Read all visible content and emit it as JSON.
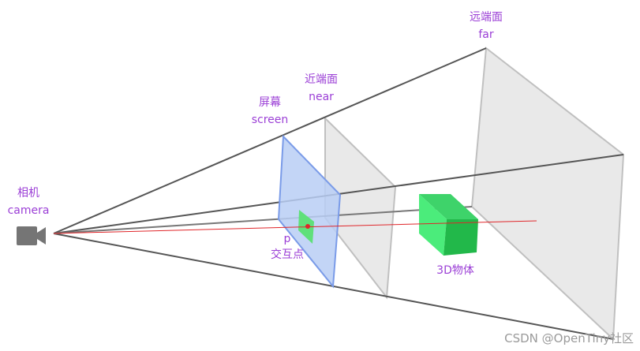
{
  "labels": {
    "far": {
      "cn": "远端面",
      "en": "far"
    },
    "near": {
      "cn": "近端面",
      "en": "near"
    },
    "screen": {
      "cn": "屏幕",
      "en": "screen"
    },
    "camera": {
      "cn": "相机",
      "en": "camera"
    },
    "point": {
      "en": "p",
      "cn": "交互点"
    },
    "object": "3D物体"
  },
  "watermark": "CSDN @OpenTiny社区",
  "colors": {
    "frustum_line": "#555555",
    "plane_fill": "#e9e9e9",
    "plane_stroke": "#c0c0c0",
    "screen_fill": "#b8cef5",
    "screen_stroke": "#7a9be8",
    "ray": "#e0262a",
    "hit_point": "#e0262a",
    "projection_fill": "#5fe07a",
    "cube_front": "#22b84a",
    "cube_side": "#4bec7b",
    "cube_top": "#3ed36a",
    "camera_icon": "#757575",
    "label_text": "#9b3fd6",
    "watermark_text": "#9a9a9a"
  },
  "icons": {
    "camera": "video-camera-icon"
  }
}
